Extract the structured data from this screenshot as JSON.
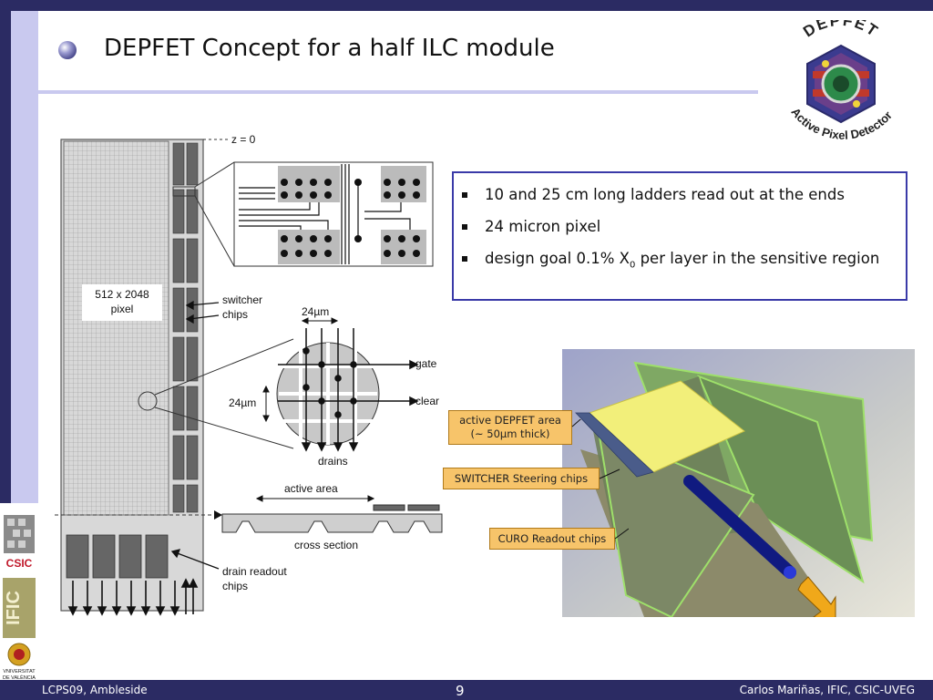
{
  "slide": {
    "title": "DEPFET Concept for a half ILC module",
    "page_number": "9"
  },
  "logo": {
    "top_text": "DEPFET",
    "bottom_text": "Active Pixel Detector"
  },
  "bullets": {
    "item1": "10 and 25 cm long ladders read out at the ends",
    "item2": "24 micron pixel",
    "item3_pre": "design goal 0.1% X",
    "item3_sub": "0",
    "item3_post": " per layer in the sensitive region"
  },
  "schematic": {
    "z0": "z = 0",
    "pixels_line1": "512 x 2048",
    "pixels_line2": "pixel",
    "switcher_line1": "switcher",
    "switcher_line2": "chips",
    "pitch_top": "24µm",
    "pitch_side": "24µm",
    "gate": "gate",
    "clear": "clear",
    "drains": "drains",
    "active_area": "active area",
    "cross_section": "cross section",
    "drain_line1": "drain readout",
    "drain_line2": "chips"
  },
  "render_labels": {
    "active_line1": "active DEPFET area",
    "active_line2": "(~ 50µm thick)",
    "switcher": "SWITCHER Steering chips",
    "curo": "CURO Readout chips"
  },
  "sidebar": {
    "csic": "CSIC",
    "ific": "IFIC",
    "valencia_line1": "VNIVERSITAT",
    "valencia_line2": "DE VALÈNCIA"
  },
  "footer": {
    "left": "LCPS09, Ambleside",
    "right": "Carlos Mariñas, IFIC, CSIC-UVEG"
  },
  "colors": {
    "frame": "#2b2b63",
    "accent_light": "#c9c9ef",
    "callout": "#f7c46a",
    "box_border": "#3a3aa8"
  }
}
